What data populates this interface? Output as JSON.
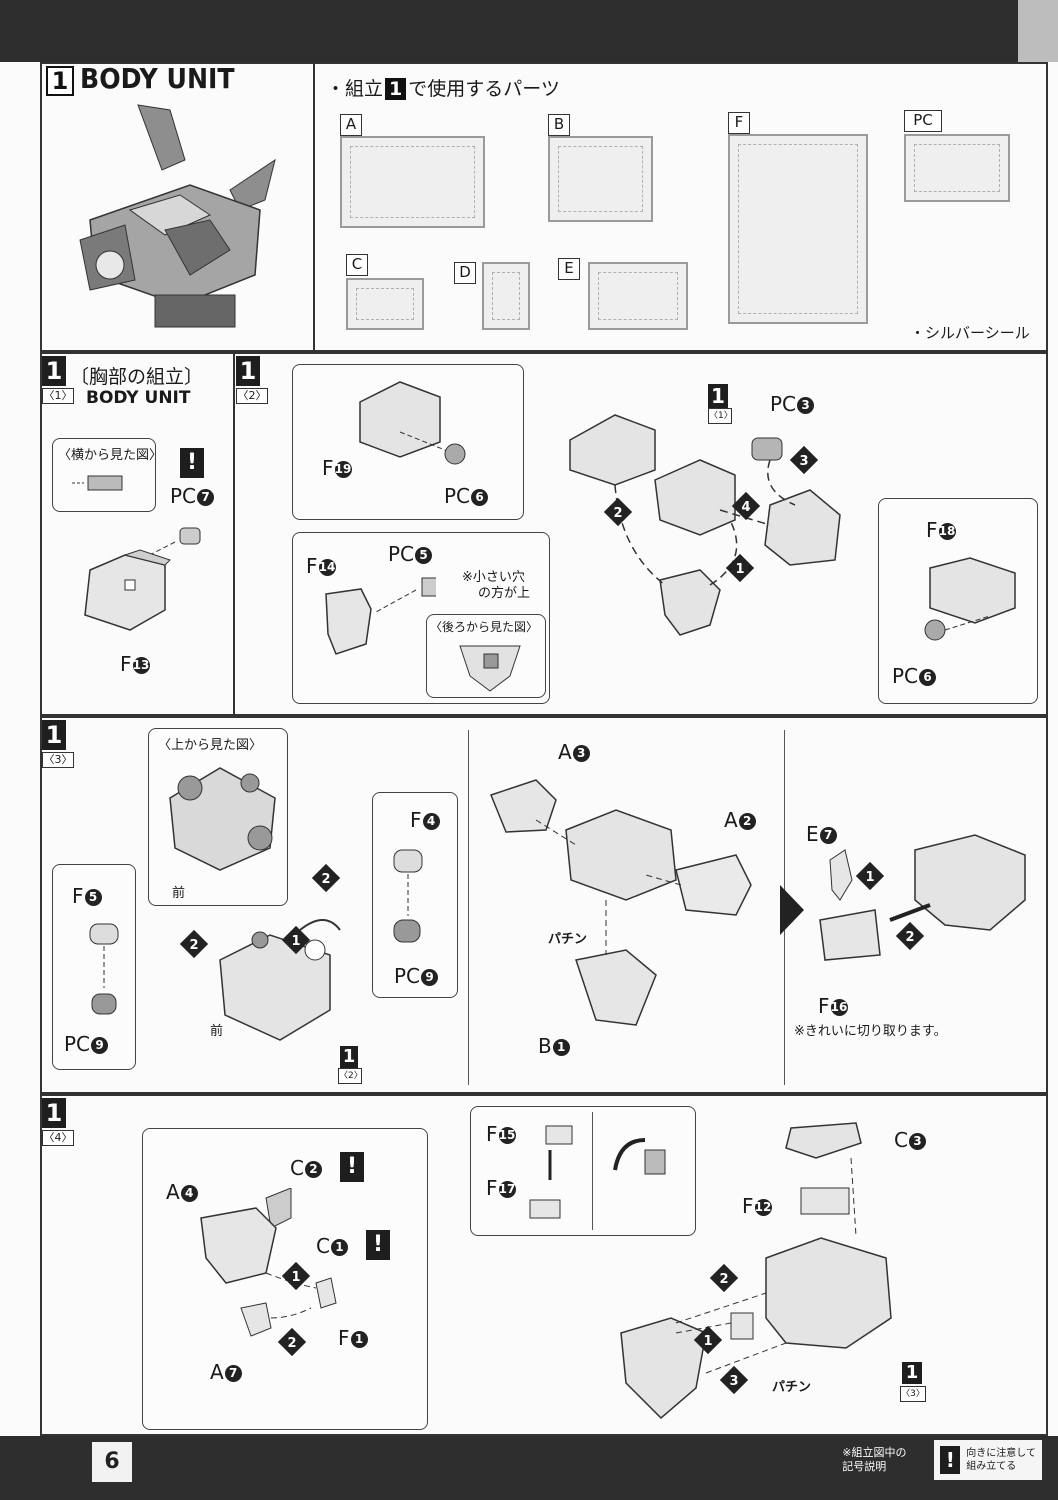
{
  "header": {},
  "section": {
    "number": "1",
    "title": "BODY UNIT"
  },
  "parts_used": {
    "heading_prefix": "・組立",
    "heading_number": "1",
    "heading_suffix": "で使用するパーツ",
    "runners": [
      "A",
      "B",
      "F",
      "PC",
      "C",
      "D",
      "E"
    ],
    "sticker": "・シルバーシール"
  },
  "step1": {
    "number": "1",
    "sub": "〈1〉",
    "title_jp": "〔胸部の組立〕",
    "title_en": "BODY UNIT",
    "side_view": "〈横から見た図〉",
    "parts": {
      "pc": "PC",
      "pc_num": "7",
      "f": "F",
      "f_num": "13"
    }
  },
  "step2": {
    "number": "1",
    "sub": "〈2〉",
    "labels": {
      "f19": "19",
      "pc6a": "6",
      "pc3": "3",
      "f18": "18",
      "pc6b": "6",
      "f14": "14",
      "pc5": "5",
      "ref_num": "1",
      "ref_sub": "〈1〉"
    },
    "note_line1": "※小さい穴",
    "note_line2": "の方が上",
    "back_view": "〈後ろから見た図〉"
  },
  "step3": {
    "number": "1",
    "sub": "〈3〉",
    "top_view": "〈上から見た図〉",
    "front": "前",
    "labels": {
      "f5": "5",
      "pc9a": "9",
      "f4": "4",
      "pc9b": "9",
      "a3": "3",
      "a2": "2",
      "b1": "1",
      "e7": "7",
      "f16": "16",
      "ref_num": "1",
      "ref_sub": "〈2〉"
    },
    "snap": "パチン",
    "cut_note": "※きれいに切り取ります。"
  },
  "step4": {
    "number": "1",
    "sub": "〈4〉",
    "labels": {
      "c2": "2",
      "a4": "4",
      "c1": "1",
      "f1": "1",
      "a7": "7",
      "f15": "15",
      "f17": "17",
      "c3": "3",
      "f12": "12",
      "ref_num": "1",
      "ref_sub": "〈3〉"
    },
    "snap": "パチン"
  },
  "footer": {
    "page": "6",
    "legend_caption_1": "※組立図中の",
    "legend_caption_2": "記号説明",
    "legend_text_1": "向きに注意して",
    "legend_text_2": "組み立てる"
  },
  "colors": {
    "bar": "#2e2e2e",
    "ink": "#1a1a1a",
    "part_gray": "#9a9a9a"
  }
}
